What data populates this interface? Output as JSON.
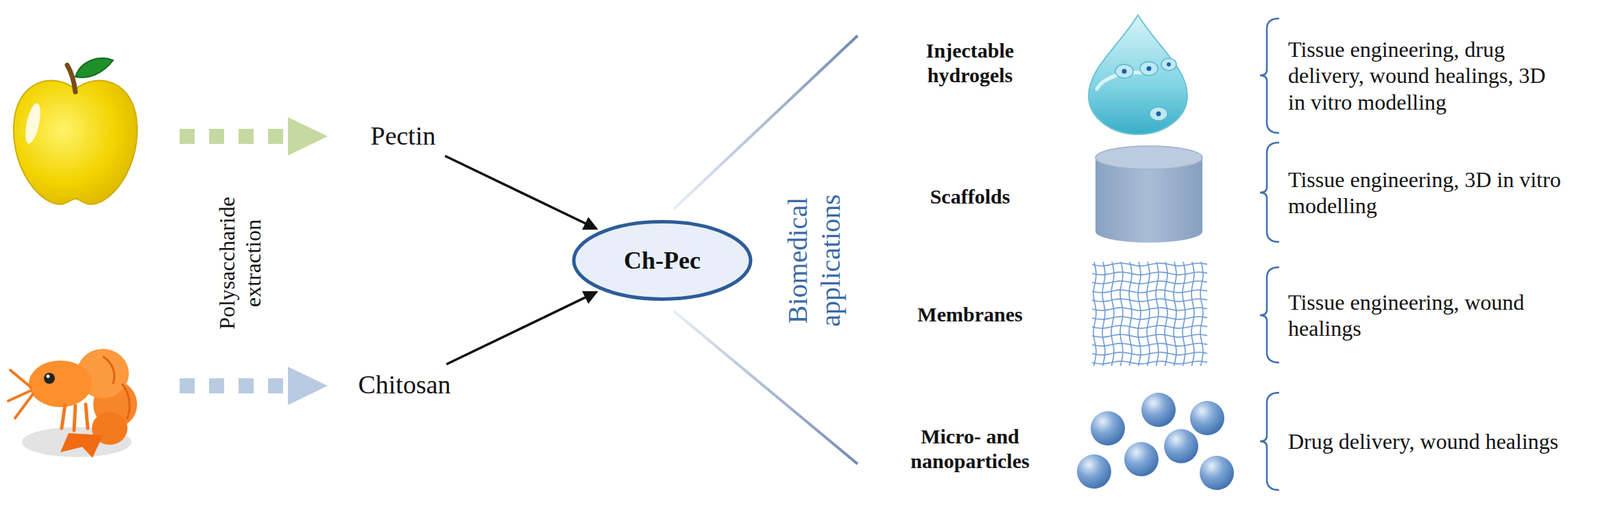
{
  "diagram": {
    "nodes": [
      {
        "text": [
          "Pectin"
        ]
      },
      {
        "text": [
          "Chitosan"
        ]
      },
      {
        "text": [
          "Ch-Pec"
        ]
      }
    ],
    "edges": [
      {
        "from": 0,
        "to": 2,
        "arrow": "to"
      },
      {
        "from": 1,
        "to": 2,
        "arrow": "to"
      }
    ],
    "labels": [
      "Polysaccharide extraction",
      "Biomedical applications",
      "Injectable hydrogels",
      "Tissue engineering, drug delivery, wound healings, 3D in vitro modelling",
      "Scaffolds",
      "Tissue engineering, 3D in vitro modelling",
      "Membranes",
      "Tissue engineering, wound healings",
      "Micro- and nanoparticles",
      "Drug delivery, wound healings"
    ]
  }
}
